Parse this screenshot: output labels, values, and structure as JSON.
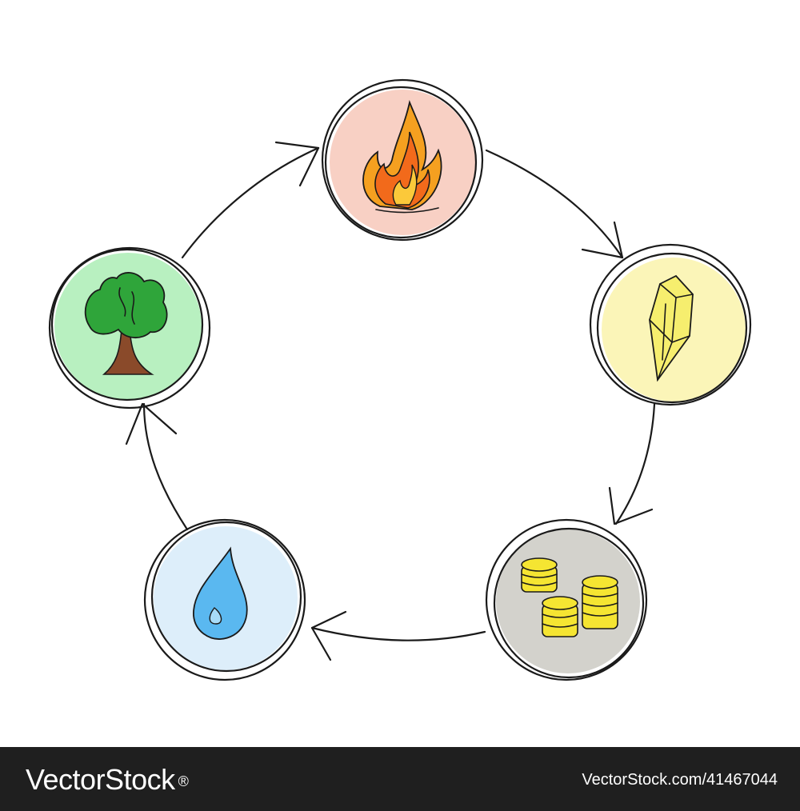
{
  "diagram": {
    "nodes": [
      {
        "id": "fire",
        "icon": "flame-icon",
        "fill": "#f8d0c4"
      },
      {
        "id": "earth",
        "icon": "crystal-icon",
        "fill": "#fbf5b8"
      },
      {
        "id": "metal",
        "icon": "coins-icon",
        "fill": "#d3d2cc"
      },
      {
        "id": "water",
        "icon": "water-drop-icon",
        "fill": "#ddeefa"
      },
      {
        "id": "wood",
        "icon": "tree-icon",
        "fill": "#b8f0c0"
      }
    ],
    "edges": [
      {
        "from": "fire",
        "to": "earth"
      },
      {
        "from": "earth",
        "to": "metal"
      },
      {
        "from": "metal",
        "to": "water"
      },
      {
        "from": "water",
        "to": "wood"
      },
      {
        "from": "wood",
        "to": "fire"
      }
    ]
  },
  "footer": {
    "brand": "VectorStock",
    "brand_mark": "®",
    "image_id": "VectorStock.com/41467044",
    "background": "#1f1f1f"
  }
}
